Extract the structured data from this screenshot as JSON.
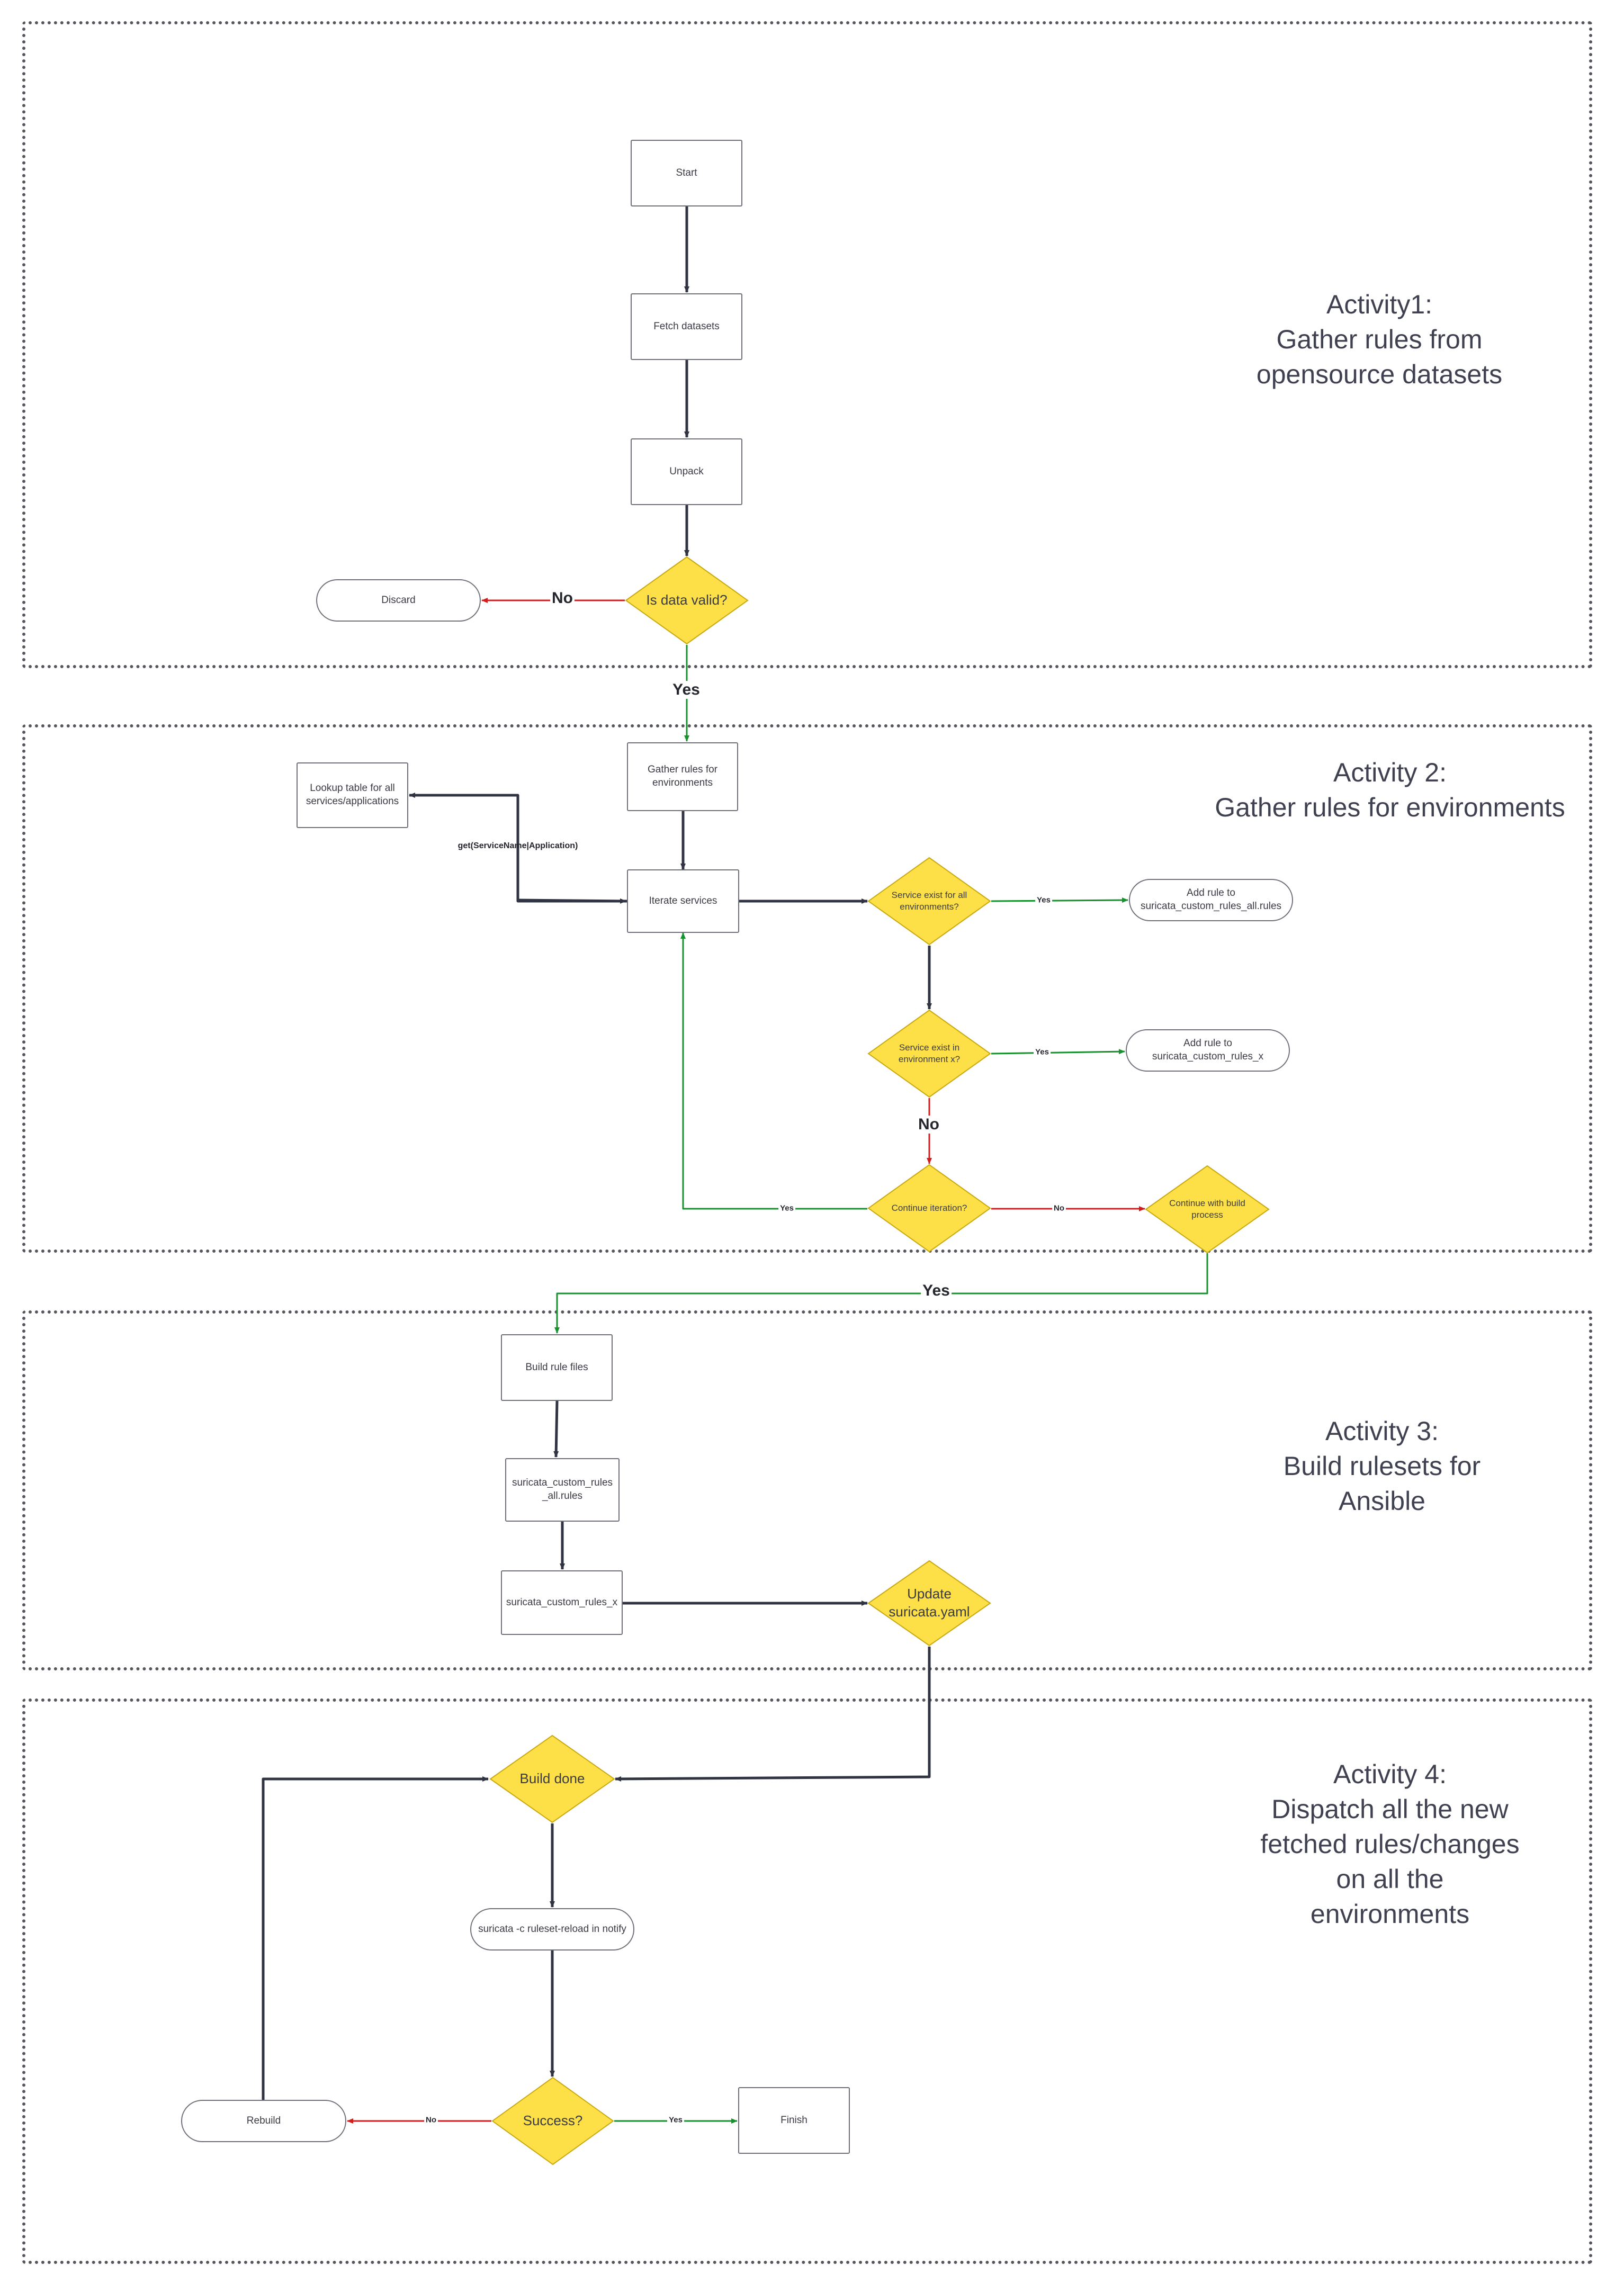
{
  "colors": {
    "decision_fill": "#fde047",
    "decision_stroke": "#c9a90f",
    "line_dark": "#2f3342",
    "line_green": "#17912e",
    "line_red": "#d11d1d"
  },
  "activities": {
    "a1": "Activity1:\nGather rules from\nopensource datasets",
    "a2": "Activity 2:\nGather rules for environments",
    "a3": "Activity 3:\nBuild rulesets for\nAnsible",
    "a4": "Activity 4:\nDispatch all the new\nfetched rules/changes\non all the\nenvironments"
  },
  "nodes": {
    "start": "Start",
    "fetch": "Fetch datasets",
    "unpack": "Unpack",
    "valid": "Is data valid?",
    "discard": "Discard",
    "gather": "Gather rules for environments",
    "lookup": "Lookup table for all services/applications",
    "iterate": "Iterate services",
    "svc_all": "Service exist for all environments?",
    "add_all": "Add rule to suricata_custom_rules_all.rules",
    "svc_x": "Service exist in environment x?",
    "add_x": "Add rule to suricata_custom_rules_x",
    "cont_iter": "Continue iteration?",
    "cont_build": "Continue with build process",
    "build_files": "Build rule files",
    "rules_all": "suricata_custom_rules_all.rules",
    "rules_x": "suricata_custom_rules_x",
    "update_yaml": "Update suricata.yaml",
    "build_done": "Build done",
    "reload": "suricata -c ruleset-reload in notify",
    "success": "Success?",
    "rebuild": "Rebuild",
    "finish": "Finish"
  },
  "edge_labels": {
    "no_valid": "No",
    "yes_valid": "Yes",
    "get_call": "get(ServiceName|Application)",
    "yes_all": "Yes",
    "yes_x": "Yes",
    "no_x": "No",
    "yes_iter": "Yes",
    "no_iter": "No",
    "yes_build": "Yes",
    "no_success": "No",
    "yes_success": "Yes"
  }
}
